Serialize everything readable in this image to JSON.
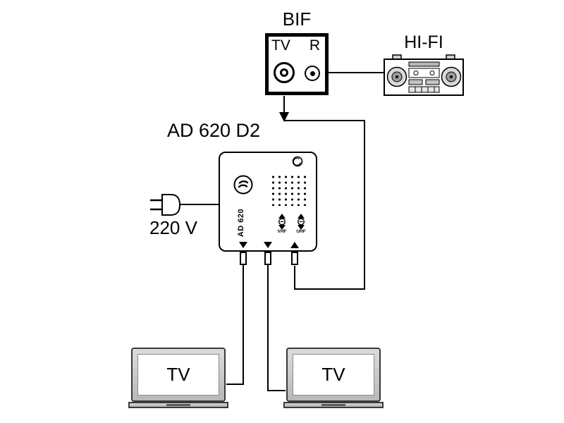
{
  "colors": {
    "line": "#000000",
    "tv_bezel": "#c6c6c6",
    "background": "#ffffff"
  },
  "bif": {
    "title": "BIF",
    "port_left": "TV",
    "port_right": "R"
  },
  "hifi": {
    "title": "HI-FI"
  },
  "amplifier": {
    "title": "AD 620 D2",
    "model": "AD 620",
    "trimmers": [
      {
        "label": "VHF"
      },
      {
        "label": "UHF"
      }
    ]
  },
  "power": {
    "label": "220 V"
  },
  "tvs": [
    {
      "label": "TV"
    },
    {
      "label": "TV"
    }
  ]
}
